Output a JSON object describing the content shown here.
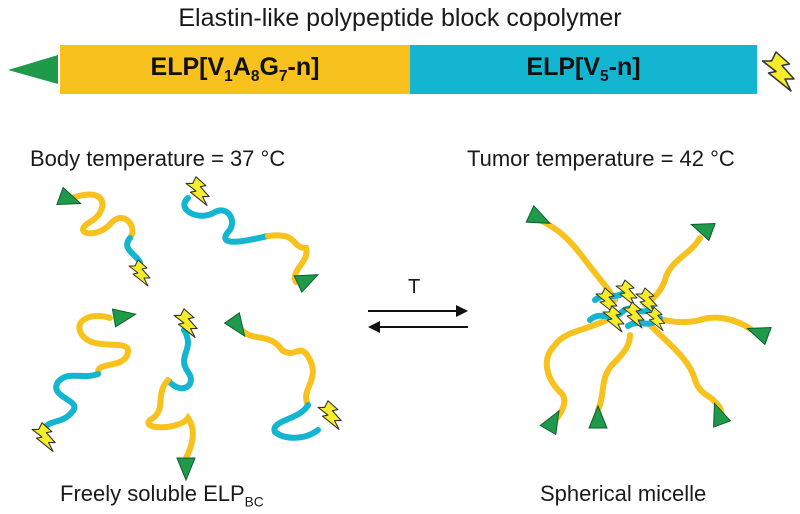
{
  "title": "Elastin-like polypeptide block copolymer",
  "block": {
    "segment_a": {
      "prefix": "ELP[V",
      "s1": "1",
      "m1": "A",
      "s2": "8",
      "m2": "G",
      "s3": "7",
      "suffix": "-n]"
    },
    "segment_b": {
      "prefix": "ELP[V",
      "s1": "5",
      "suffix": "-n]"
    }
  },
  "left_panel": {
    "temp_label": "Body temperature = 37 °C",
    "caption_main": "Freely soluble ELP",
    "caption_sub": "BC"
  },
  "right_panel": {
    "temp_label": "Tumor temperature = 42 °C",
    "caption": "Spherical micelle"
  },
  "equilibrium": {
    "label": "T"
  },
  "colors": {
    "hydrophilic_block": "#f7c21d",
    "hydrophobic_block": "#13b5d0",
    "triangle_end": "#1e9a4a",
    "lightning_end": "#f5ec2a",
    "outline": "#222222"
  }
}
